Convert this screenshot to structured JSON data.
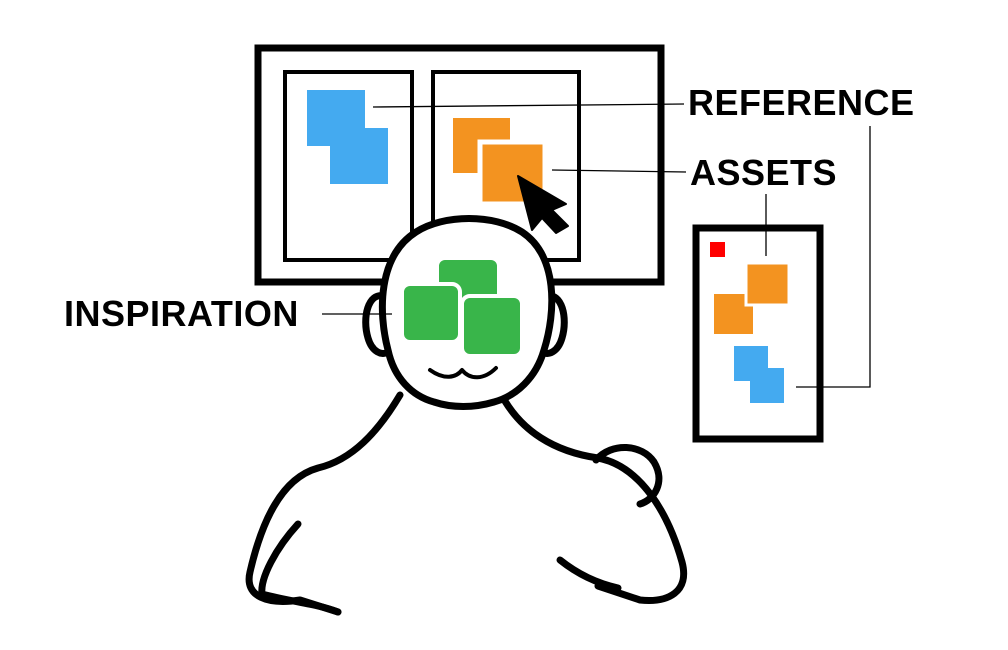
{
  "labels": {
    "reference": "REFERENCE",
    "assets": "ASSETS",
    "inspiration": "INSPIRATION"
  },
  "colors": {
    "reference": "#44aaf0",
    "assets": "#f39320",
    "inspiration": "#39b54a",
    "marker": "#ff0000",
    "outline": "#000000",
    "background": "#ffffff"
  },
  "icons": {
    "cursor": "mouse-pointer-arrow"
  }
}
